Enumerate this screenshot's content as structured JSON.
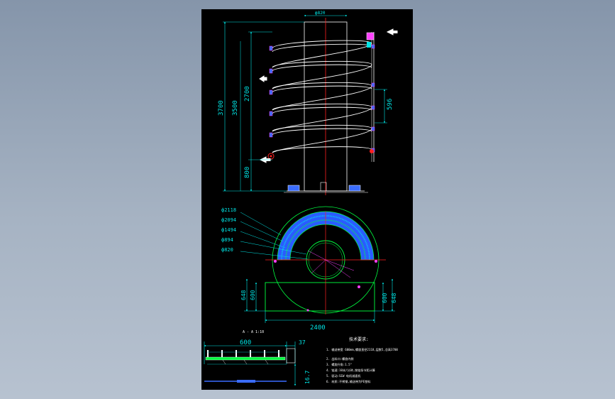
{
  "colors": {
    "background": "#8fa0b6",
    "sheet": "#000000",
    "outline": "#ffffff",
    "dimension": "#00e5e5",
    "centerline": "#ff2020",
    "hatch_green": "#00ff40",
    "fill_blue": "#3a6cff",
    "part_magenta": "#ff40ff",
    "note_yellow": "#ffff40"
  },
  "elevation_view": {
    "dims": {
      "shaft_diameter": "ф820",
      "total_height": "3700",
      "frame_height": "3500",
      "spiral_height": "2700",
      "base_height": "800",
      "pitch": "596"
    }
  },
  "plan_view": {
    "diameters": [
      "ф2118",
      "ф2094",
      "ф1494",
      "ф894",
      "ф820"
    ],
    "dims": {
      "width": "2400",
      "left_outer": "648",
      "left_inner": "600",
      "right_inner": "600",
      "right_outer": "648"
    }
  },
  "section_view": {
    "title": "A - A  1:10",
    "dims": {
      "width": "600",
      "side": "37",
      "height": "16.7"
    }
  },
  "tech_notes": {
    "title": "技术要求:",
    "items": [
      "1.  输送带宽 600mm,螺旋直径2118,层数5,总高3700",
      "2.  出料口:螺旋内侧",
      "3.  螺旋升角:1.5°",
      "4.  链速:10米/分钟,按链条节距计算",
      "5.  驱动:SEW 电机减速机",
      "6.  材质:不锈钢,输送带为PE塑料"
    ]
  }
}
